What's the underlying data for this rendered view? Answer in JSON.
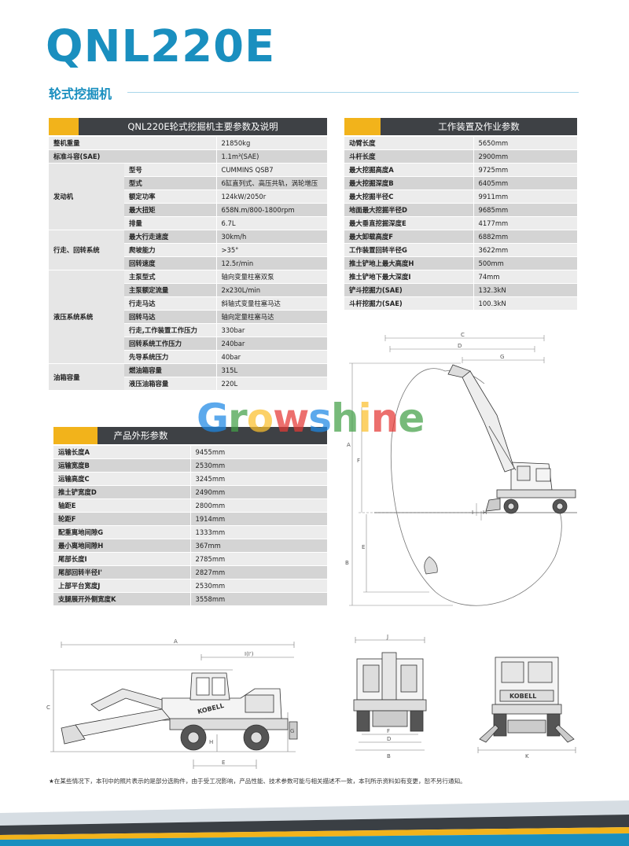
{
  "header": {
    "model": "QNL220E",
    "category": "轮式挖掘机"
  },
  "main_table": {
    "title": "QNL220E轮式挖掘机主要参数及说明",
    "rows": [
      {
        "label": "整机重量",
        "value": "21850kg"
      },
      {
        "label": "标准斗容(SAE)",
        "value": "1.1m³(SAE)"
      }
    ],
    "groups": [
      {
        "name": "发动机",
        "rows": [
          {
            "label": "型号",
            "value": "CUMMINS QSB7"
          },
          {
            "label": "型式",
            "value": "6缸直列式、高压共轨，涡轮增压"
          },
          {
            "label": "额定功率",
            "value": "124kW/2050r"
          },
          {
            "label": "最大扭矩",
            "value": "658N.m/800-1800rpm"
          },
          {
            "label": "排量",
            "value": "6.7L"
          }
        ]
      },
      {
        "name": "行走、回转系统",
        "rows": [
          {
            "label": "最大行走速度",
            "value": "30km/h"
          },
          {
            "label": "爬坡能力",
            "value": ">35°"
          },
          {
            "label": "回转速度",
            "value": "12.5r/min"
          }
        ]
      },
      {
        "name": "液压系统系统",
        "rows": [
          {
            "label": "主泵型式",
            "value": "轴向变量柱塞双泵"
          },
          {
            "label": "主泵额定流量",
            "value": "2x230L/min"
          },
          {
            "label": "行走马达",
            "value": "斜轴式变量柱塞马达"
          },
          {
            "label": "回转马达",
            "value": "轴向定量柱塞马达"
          },
          {
            "label": "行走,工作装置工作压力",
            "value": "330bar"
          },
          {
            "label": "回转系统工作压力",
            "value": "240bar"
          },
          {
            "label": "先导系统压力",
            "value": "40bar"
          }
        ]
      },
      {
        "name": "油箱容量",
        "rows": [
          {
            "label": "燃油箱容量",
            "value": "315L"
          },
          {
            "label": "液压油箱容量",
            "value": "220L"
          }
        ]
      }
    ]
  },
  "work_table": {
    "title": "工作装置及作业参数",
    "rows": [
      {
        "label": "动臂长度",
        "value": "5650mm"
      },
      {
        "label": "斗杆长度",
        "value": "2900mm"
      },
      {
        "label": "最大挖掘高度A",
        "value": "9725mm"
      },
      {
        "label": "最大挖掘深度B",
        "value": "6405mm"
      },
      {
        "label": "最大挖掘半径C",
        "value": "9911mm"
      },
      {
        "label": "地面最大挖掘半径D",
        "value": "9685mm"
      },
      {
        "label": "最大垂直挖掘深度E",
        "value": "4177mm"
      },
      {
        "label": "最大卸载高度F",
        "value": "6882mm"
      },
      {
        "label": "工作装置回转半径G",
        "value": "3622mm"
      },
      {
        "label": "推土铲地上最大高度H",
        "value": "500mm"
      },
      {
        "label": "推土铲地下最大深度I",
        "value": "74mm"
      },
      {
        "label": "铲斗挖掘力(SAE)",
        "value": "132.3kN"
      },
      {
        "label": "斗杆挖掘力(SAE)",
        "value": "100.3kN"
      }
    ]
  },
  "dim_table": {
    "title": "产品外形参数",
    "rows": [
      {
        "label": "运输长度A",
        "value": "9455mm"
      },
      {
        "label": "运输宽度B",
        "value": "2530mm"
      },
      {
        "label": "运输高度C",
        "value": "3245mm"
      },
      {
        "label": "推土铲宽度D",
        "value": "2490mm"
      },
      {
        "label": "轴距E",
        "value": "2800mm"
      },
      {
        "label": "轮距F",
        "value": "1914mm"
      },
      {
        "label": "配重离地间隙G",
        "value": "1333mm"
      },
      {
        "label": "最小离地间隙H",
        "value": "367mm"
      },
      {
        "label": "尾部长度I",
        "value": "2785mm"
      },
      {
        "label": "尾部回转半径I'",
        "value": "2827mm"
      },
      {
        "label": "上部平台宽度J",
        "value": "2530mm"
      },
      {
        "label": "支腿展开外侧宽度K",
        "value": "3558mm"
      }
    ]
  },
  "watermark": {
    "letters": [
      "G",
      "r",
      "o",
      "w",
      "s",
      "h",
      "i",
      "n",
      "e"
    ],
    "colors": [
      "#1e88e5",
      "#43a047",
      "#fbc02d",
      "#e53935",
      "#1e88e5",
      "#43a047",
      "#fbc02d",
      "#e53935",
      "#43a047"
    ]
  },
  "drawing_labels": {
    "range": {
      "c": "C",
      "d": "D",
      "g": "G",
      "a": "A",
      "f": "F",
      "h": "H",
      "i": "I",
      "b": "B",
      "e": "E"
    },
    "side": {
      "a": "A",
      "ii": "I(I')",
      "c": "C",
      "g": "G",
      "h": "H",
      "e": "E",
      "brand": "KOBELL"
    },
    "rear": {
      "j": "J",
      "f": "F",
      "d": "D",
      "b": "B"
    },
    "front": {
      "k": "K",
      "brand": "KOBELL"
    }
  },
  "note": "★在某些情况下，本刊中的照片表示的是部分选购件，由于受工况影响，产品性能、技术参数可能与相关描述不一致，本刊所示资料如有变更，恕不另行通知。",
  "colors": {
    "brand_blue": "#1a8fbf",
    "header_dark": "#3e4145",
    "accent_yellow": "#f2b31b"
  }
}
